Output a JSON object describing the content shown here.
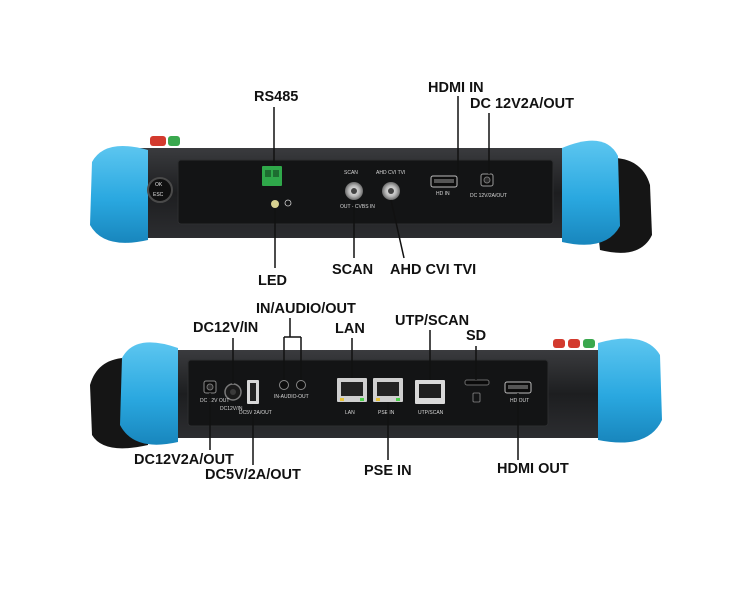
{
  "labels": {
    "rs485": "RS485",
    "hdmi_in": "HDMI IN",
    "dc_out_top": "DC 12V2A/OUT",
    "led": "LED",
    "scan": "SCAN",
    "ahd_cvi_tvi": "AHD CVI TVI",
    "in_audio_out": "IN/AUDIO/OUT",
    "dc12v_in": "DC12V/IN",
    "lan": "LAN",
    "utp_scan": "UTP/SCAN",
    "sd": "SD",
    "dc12v2a_out": "DC12V2A/OUT",
    "dc5v2a_out": "DC5V/2A/OUT",
    "pse_in": "PSE IN",
    "hdmi_out": "HDMI OUT"
  },
  "panel_text": {
    "scan_top": "SCAN",
    "ahd_top": "AHD CVI TVI",
    "bnc_sub": "OUT - CVBS   IN",
    "hd_in": "HD IN",
    "dc_out": "DC 12V/2A/OUT",
    "dc12v_out": "DC 12V OUT",
    "dc12v_in": "DC12V/IN",
    "dc5v_out": "DC5V/2A/OUT",
    "in_audio_out": "IN-AUDIO-OUT",
    "lan": "LAN",
    "pse_in": "PSE IN",
    "utp_scan": "UTP/SCAN",
    "hd_out": "HD OUT",
    "ok": "OK",
    "esc": "ESC"
  },
  "colors": {
    "bumper": "#2aa8e0",
    "body": "#1f2022",
    "panel": "#141516",
    "terminal": "#2fa84a",
    "callout_line": "#111111"
  }
}
